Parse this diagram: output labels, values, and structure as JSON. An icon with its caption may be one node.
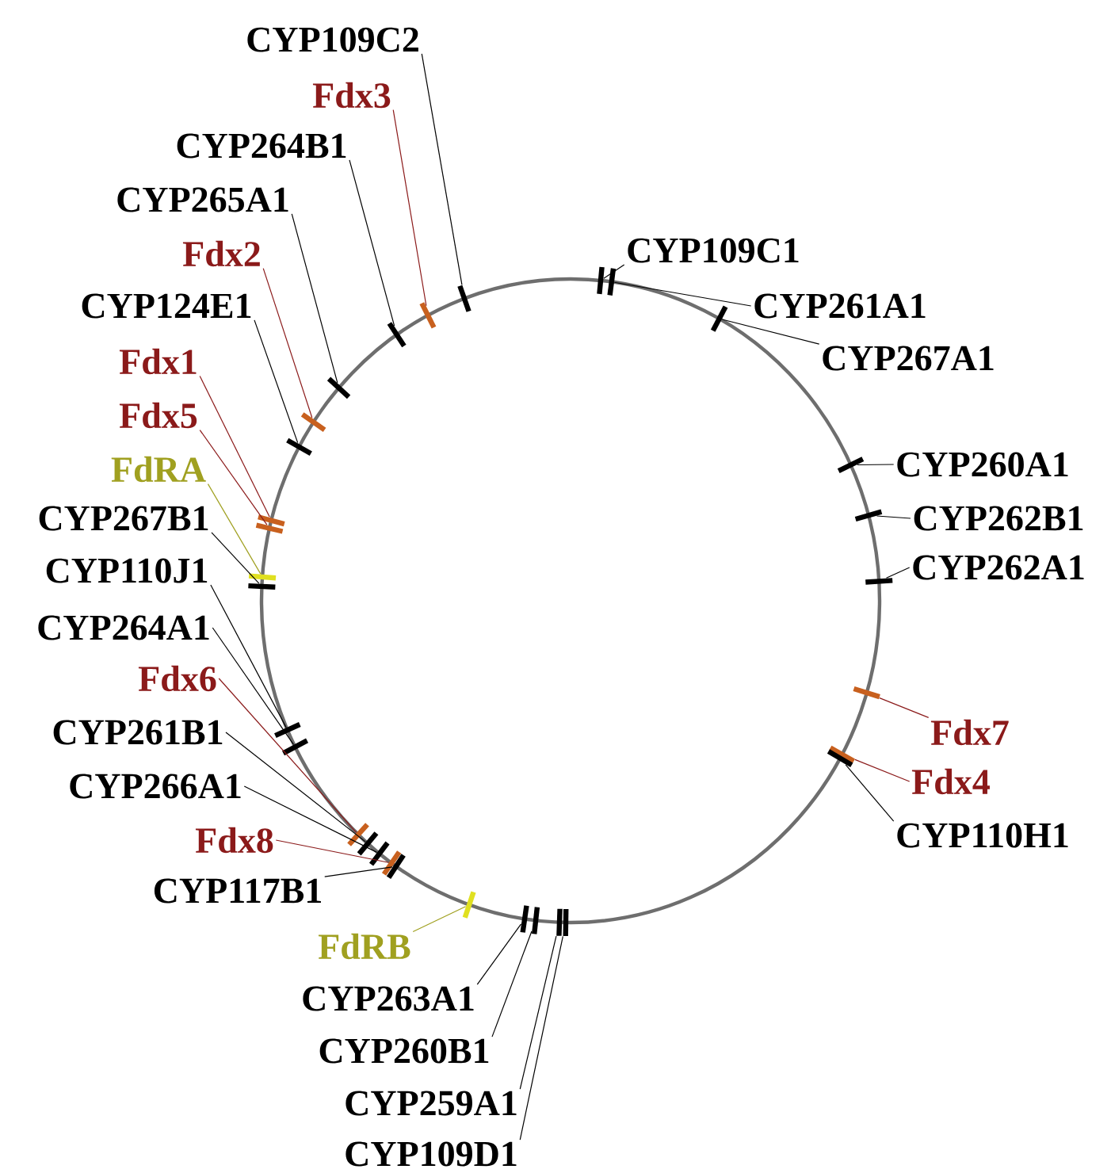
{
  "diagram": {
    "nodes": [
      {
        "text": [
          "CYP109C2"
        ]
      },
      {
        "text": [
          "Fdx3"
        ]
      },
      {
        "text": [
          "CYP264B1"
        ]
      },
      {
        "text": [
          "CYP265A1"
        ]
      },
      {
        "text": [
          "Fdx2"
        ]
      },
      {
        "text": [
          "CYP124E1"
        ]
      },
      {
        "text": [
          "Fdx1"
        ]
      },
      {
        "text": [
          "Fdx5"
        ]
      },
      {
        "text": [
          "FdRA"
        ]
      },
      {
        "text": [
          "CYP267B1"
        ]
      },
      {
        "text": [
          "CYP110J1"
        ]
      },
      {
        "text": [
          "CYP264A1"
        ]
      },
      {
        "text": [
          "Fdx6"
        ]
      },
      {
        "text": [
          "CYP261B1"
        ]
      },
      {
        "text": [
          "CYP266A1"
        ]
      },
      {
        "text": [
          "Fdx8"
        ]
      },
      {
        "text": [
          "CYP117B1"
        ]
      },
      {
        "text": [
          "FdRB"
        ]
      },
      {
        "text": [
          "CYP263A1"
        ]
      },
      {
        "text": [
          "CYP260B1"
        ]
      },
      {
        "text": [
          "CYP259A1"
        ]
      },
      {
        "text": [
          "CYP109D1"
        ]
      },
      {
        "text": [
          "CYP109C1"
        ]
      },
      {
        "text": [
          "CYP261A1"
        ]
      },
      {
        "text": [
          "CYP267A1"
        ]
      },
      {
        "text": [
          "CYP260A1"
        ]
      },
      {
        "text": [
          "CYP262B1"
        ]
      },
      {
        "text": [
          "CYP262A1"
        ]
      },
      {
        "text": [
          "Fdx7"
        ]
      },
      {
        "text": [
          "Fdx4"
        ]
      },
      {
        "text": [
          "CYP110H1"
        ]
      },
      {
        "text": [],
        "shape": "bar"
      },
      {
        "text": [],
        "shape": "bar"
      },
      {
        "text": [],
        "shape": "bar"
      },
      {
        "text": [],
        "shape": "bar"
      },
      {
        "text": [],
        "shape": "bar"
      },
      {
        "text": [],
        "shape": "bar"
      },
      {
        "text": [],
        "shape": "bar"
      },
      {
        "text": [],
        "shape": "bar"
      },
      {
        "text": [],
        "shape": "bar"
      },
      {
        "text": [],
        "shape": "bar"
      },
      {
        "text": [],
        "shape": "bar"
      },
      {
        "text": [],
        "shape": "bar"
      },
      {
        "text": [],
        "shape": "bar"
      },
      {
        "text": [],
        "shape": "bar"
      },
      {
        "text": [],
        "shape": "bar"
      },
      {
        "text": [],
        "shape": "bar"
      },
      {
        "text": [],
        "shape": "bar"
      },
      {
        "text": [],
        "shape": "bar"
      },
      {
        "text": [],
        "shape": "bar"
      },
      {
        "text": [],
        "shape": "bar"
      },
      {
        "text": [],
        "shape": "bar"
      },
      {
        "text": [],
        "shape": "bar"
      },
      {
        "text": [],
        "shape": "bar"
      },
      {
        "text": [],
        "shape": "bar"
      },
      {
        "text": [],
        "shape": "bar"
      },
      {
        "text": [],
        "shape": "bar"
      },
      {
        "text": [],
        "shape": "bar"
      },
      {
        "text": [],
        "shape": "bar"
      },
      {
        "text": [],
        "shape": "bar"
      },
      {
        "text": [],
        "shape": "bar"
      },
      {
        "text": [],
        "shape": "bar"
      }
    ],
    "edges": [
      {
        "from": 0,
        "to": 31,
        "arrow": "none"
      },
      {
        "from": 1,
        "to": 32,
        "arrow": "none",
        "color": "#8b1a1a"
      },
      {
        "from": 2,
        "to": 33,
        "arrow": "none"
      },
      {
        "from": 3,
        "to": 34,
        "arrow": "none"
      },
      {
        "from": 4,
        "to": 35,
        "arrow": "none",
        "color": "#8b1a1a"
      },
      {
        "from": 5,
        "to": 36,
        "arrow": "none"
      },
      {
        "from": 6,
        "to": 37,
        "arrow": "none",
        "color": "#8b1a1a"
      },
      {
        "from": 7,
        "to": 38,
        "arrow": "none",
        "color": "#8b1a1a"
      },
      {
        "from": 8,
        "to": 39,
        "arrow": "none",
        "color": "#a0a020"
      },
      {
        "from": 9,
        "to": 40,
        "arrow": "none"
      },
      {
        "from": 10,
        "to": 41,
        "arrow": "none"
      },
      {
        "from": 11,
        "to": 42,
        "arrow": "none"
      },
      {
        "from": 12,
        "to": 43,
        "arrow": "none",
        "color": "#8b1a1a"
      },
      {
        "from": 13,
        "to": 44,
        "arrow": "none"
      },
      {
        "from": 14,
        "to": 45,
        "arrow": "none"
      },
      {
        "from": 15,
        "to": 46,
        "arrow": "none",
        "color": "#8b1a1a"
      },
      {
        "from": 16,
        "to": 47,
        "arrow": "none"
      },
      {
        "from": 17,
        "to": 48,
        "arrow": "none",
        "color": "#a0a020"
      },
      {
        "from": 18,
        "to": 49,
        "arrow": "none"
      },
      {
        "from": 19,
        "to": 50,
        "arrow": "none"
      },
      {
        "from": 20,
        "to": 51,
        "arrow": "none"
      },
      {
        "from": 21,
        "to": 52,
        "arrow": "none"
      },
      {
        "from": 22,
        "to": 53,
        "arrow": "none"
      },
      {
        "from": 23,
        "to": 54,
        "arrow": "none"
      },
      {
        "from": 24,
        "to": 55,
        "arrow": "none"
      },
      {
        "from": 25,
        "to": 56,
        "arrow": "none"
      },
      {
        "from": 26,
        "to": 57,
        "arrow": "none"
      },
      {
        "from": 27,
        "to": 58,
        "arrow": "none"
      },
      {
        "from": 28,
        "to": 59,
        "arrow": "none",
        "color": "#8b1a1a"
      },
      {
        "from": 29,
        "to": 60,
        "arrow": "none",
        "color": "#8b1a1a"
      },
      {
        "from": 30,
        "to": 61,
        "arrow": "none"
      }
    ]
  }
}
